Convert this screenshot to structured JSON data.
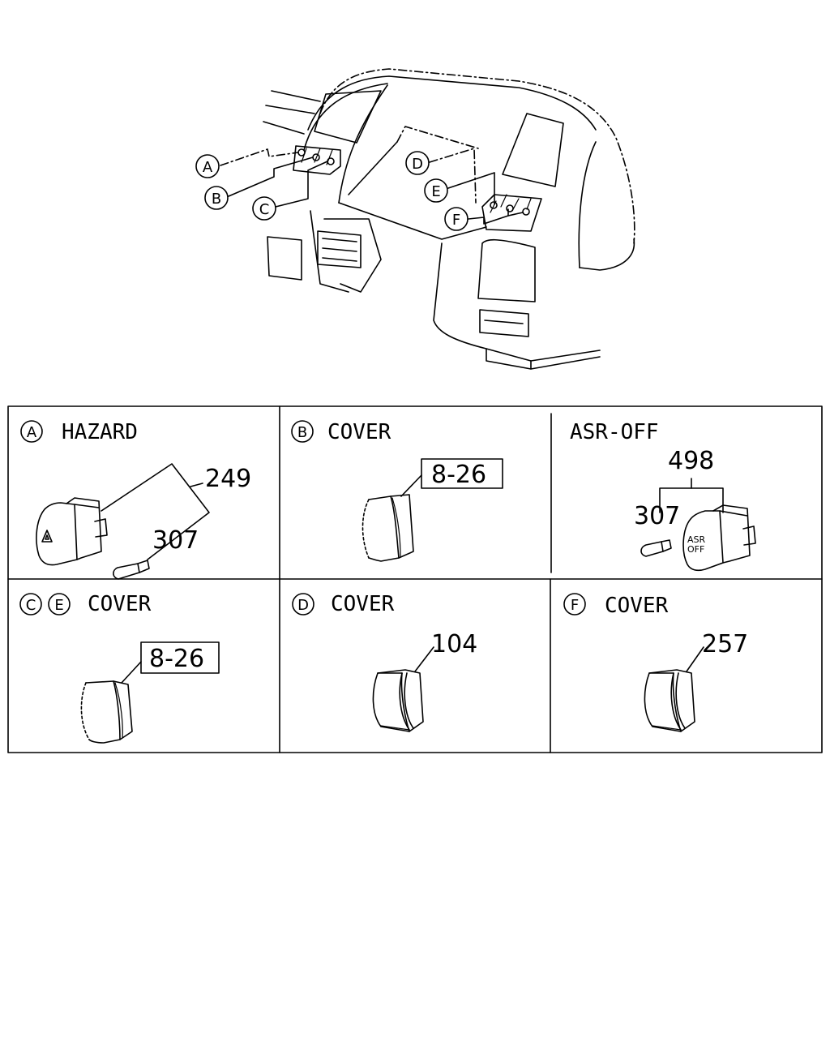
{
  "callouts": {
    "a": "A",
    "b": "B",
    "c": "C",
    "d": "D",
    "e": "E",
    "f": "F"
  },
  "panels": {
    "hazard": {
      "letter": "A",
      "title": "HAZARD",
      "part_main": "249",
      "part_bulb": "307"
    },
    "cover_b": {
      "letter": "B",
      "title": "COVER",
      "ref": "8-26"
    },
    "asr_off": {
      "title": "ASR-OFF",
      "part_main": "498",
      "part_bulb": "307",
      "switch_text_1": "ASR",
      "switch_text_2": "OFF"
    },
    "cover_ce": {
      "letter_1": "C",
      "letter_2": "E",
      "title": "COVER",
      "ref": "8-26"
    },
    "cover_d": {
      "letter": "D",
      "title": "COVER",
      "part": "104"
    },
    "cover_f": {
      "letter": "F",
      "title": "COVER",
      "part": "257"
    }
  }
}
